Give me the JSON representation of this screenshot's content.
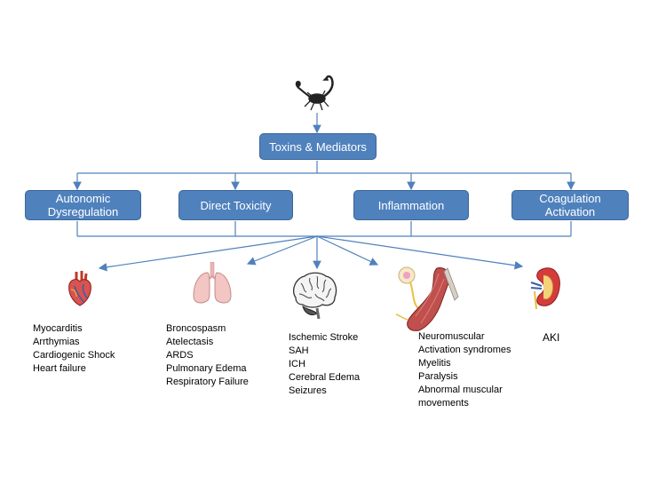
{
  "top": {
    "label": "Toxins & Mediators",
    "icon": "scorpion-icon"
  },
  "mechanisms": [
    {
      "label": "Autonomic\nDysregulation"
    },
    {
      "label": "Direct Toxicity"
    },
    {
      "label": "Inflammation"
    },
    {
      "label": "Coagulation\nActivation"
    }
  ],
  "organs": [
    {
      "icon": "heart-icon",
      "items": [
        "Myocarditis",
        "Arrthymias",
        "Cardiogenic Shock",
        "Heart failure"
      ]
    },
    {
      "icon": "lungs-icon",
      "items": [
        "Broncospasm",
        "Atelectasis",
        "ARDS",
        "Pulmonary Edema",
        "Respiratory Failure"
      ]
    },
    {
      "icon": "brain-icon",
      "items": [
        "Ischemic Stroke",
        "SAH",
        "ICH",
        "Cerebral Edema",
        "Seizures"
      ]
    },
    {
      "icon": "muscle-icon",
      "items": [
        "Neuromuscular",
        "Activation syndromes",
        "Myelitis",
        "Paralysis",
        "Abnormal muscular",
        "movements"
      ]
    },
    {
      "icon": "kidney-icon",
      "items": [
        "AKI"
      ]
    }
  ],
  "colors": {
    "box": "#4f81bd",
    "box_border": "#3a6597",
    "line": "#4f81bd"
  }
}
